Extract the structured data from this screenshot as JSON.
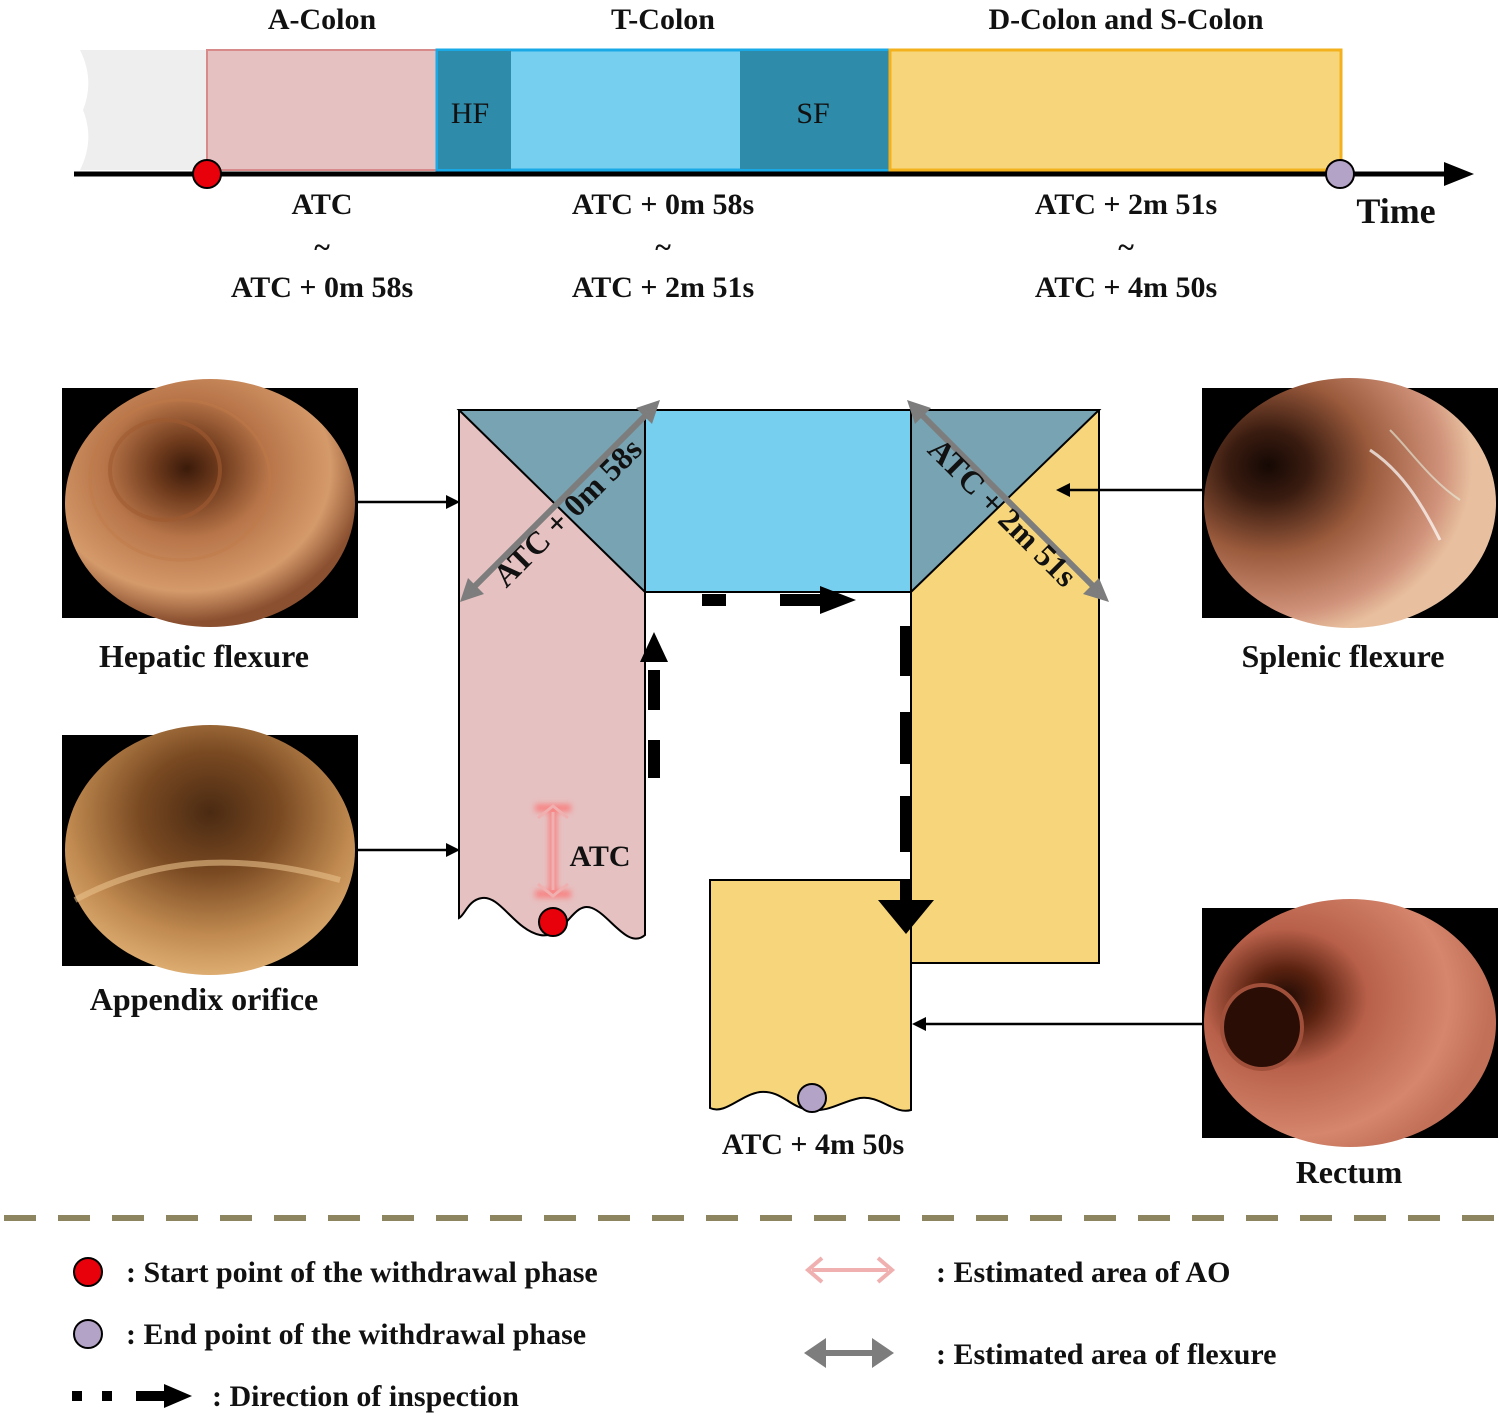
{
  "timeline": {
    "sections": [
      "A-Colon",
      "T-Colon",
      "D-Colon and S-Colon"
    ],
    "flexure_labels": {
      "hepatic": "HF",
      "splenic": "SF"
    },
    "axis_label": "Time",
    "ranges": [
      {
        "start": "ATC",
        "sep": "~",
        "end": "ATC + 0m 58s"
      },
      {
        "start": "ATC + 0m 58s",
        "sep": "~",
        "end": "ATC + 2m 51s"
      },
      {
        "start": "ATC + 2m 51s",
        "sep": "~",
        "end": "ATC + 4m 50s"
      }
    ]
  },
  "colon_map": {
    "hepatic_flexure_time": "ATC + 0m 58s",
    "splenic_flexure_time": "ATC + 2m 51s",
    "ao_label": "ATC",
    "end_time": "ATC + 4m 50s"
  },
  "photos": {
    "hepatic": "Hepatic flexure",
    "appendix": "Appendix orifice",
    "splenic": "Splenic flexure",
    "rectum": "Rectum"
  },
  "legend": {
    "start": ": Start point of the withdrawal phase",
    "end": ": End point of the withdrawal phase",
    "direction": ": Direction of inspection",
    "ao_area": ": Estimated area of AO",
    "flexure_area": ": Estimated area of flexure"
  },
  "colors": {
    "a_colon": "#e6c1c1",
    "t_colon": "#77cfef",
    "flexure": "#2e8ba9",
    "dcolon": "#f7d67b",
    "flexure_map": "#77a3b3",
    "start_point": "#e8000b",
    "end_point": "#b3a3c7",
    "separator": "#8c8560"
  }
}
